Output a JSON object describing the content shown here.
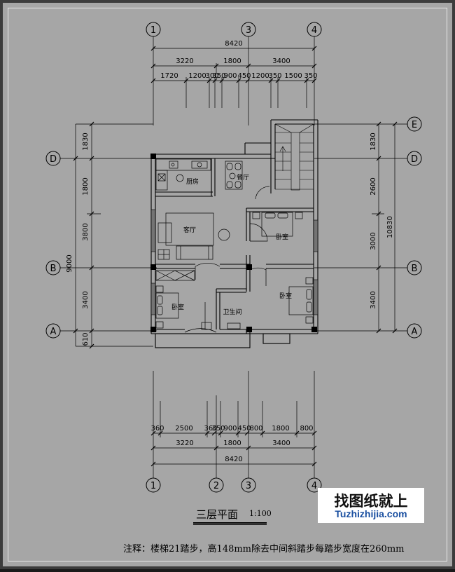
{
  "grid_axes": {
    "top": [
      "1",
      "3",
      "4"
    ],
    "bottom": [
      "1",
      "2",
      "3",
      "4"
    ],
    "left": [
      "D",
      "B",
      "A"
    ],
    "right": [
      "E",
      "D",
      "B",
      "A"
    ]
  },
  "dimensions": {
    "top_overall": "8420",
    "top_level2": [
      "3220",
      "1800",
      "3400"
    ],
    "top_level3": [
      "1720",
      "1200",
      "300",
      "350",
      "900",
      "450",
      "1200",
      "350",
      "1500",
      "350"
    ],
    "bottom_level1": [
      "360",
      "2500",
      "360",
      "350",
      "900",
      "450",
      "800",
      "1800",
      "800"
    ],
    "bottom_level2": [
      "3220",
      "1800",
      "3400"
    ],
    "bottom_overall": "8420",
    "left_segments": [
      "1830",
      "1800",
      "3800",
      "3400",
      "610"
    ],
    "left_overall": "9000",
    "right_segments": [
      "1830",
      "2600",
      "3000",
      "3400"
    ],
    "right_overall": "10830"
  },
  "rooms": {
    "kitchen": "厨房",
    "dining": "餐厅",
    "living": "客厅",
    "bedroom_ne": "卧室",
    "bedroom_sw": "卧室",
    "bedroom_se": "卧室",
    "bathroom": "卫生间"
  },
  "title": "三层平面",
  "scale": "1:100",
  "note": "注释：楼梯21踏步，高148mm除去中间斜踏步每踏步宽度在260mm",
  "brand": {
    "title": "找图纸就上",
    "url": "Tuzhizhijia.com"
  }
}
